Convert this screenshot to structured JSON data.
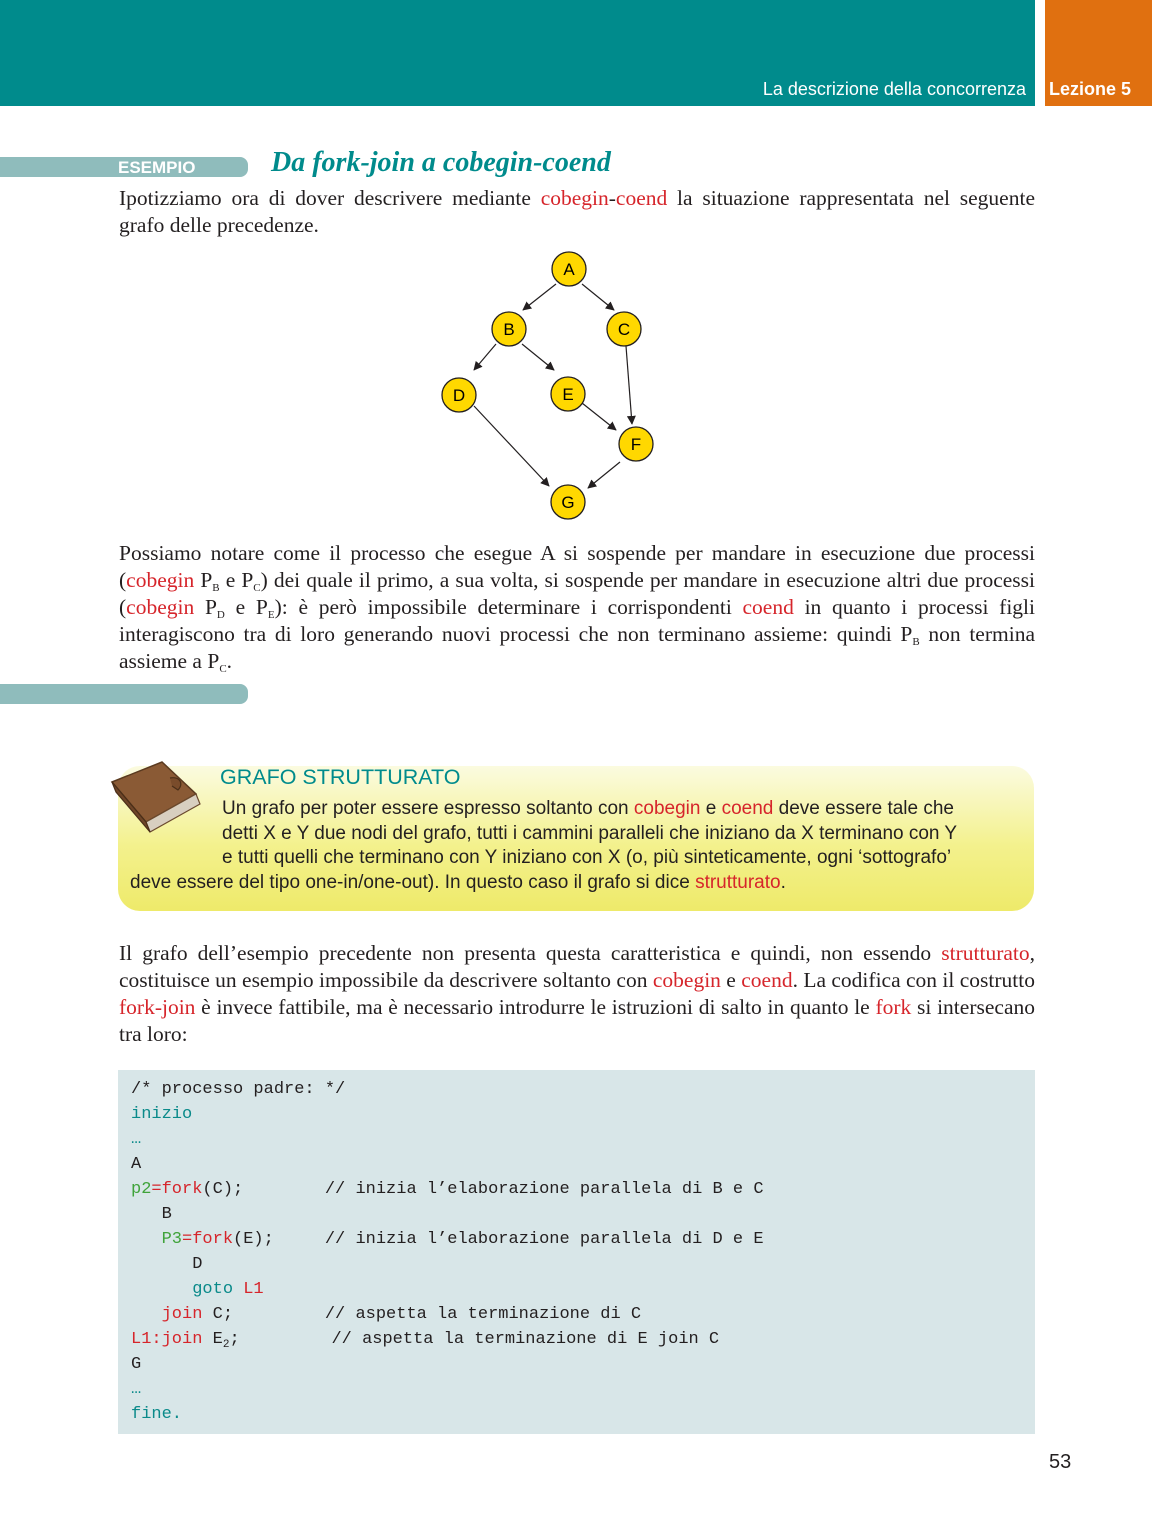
{
  "header": {
    "section": "La descrizione della concorrenza",
    "lesson": "Lezione 5"
  },
  "example": {
    "label": "ESEMPIO",
    "title": "Da fork-join a cobegin-coend",
    "intro": {
      "t1": "Ipotizziamo ora di dover descrivere mediante ",
      "r1": "cobegin",
      "t2": "-",
      "r2": "coend",
      "t3": " la situazione rappresentata nel seguente grafo delle precedenze."
    },
    "graph_nodes": [
      "A",
      "B",
      "C",
      "D",
      "E",
      "F",
      "G"
    ],
    "body": {
      "t1": "Possiamo notare come il processo che esegue A si sospende per mandare in esecuzione due processi (",
      "r1": "cobegin",
      "t2": " P",
      "s1": "B",
      "t3": " e P",
      "s2": "C",
      "t4": ") dei quale il primo, a sua volta, si sospende per mandare in esecuzione altri due processi (",
      "r2": "cobegin",
      "t5": " P",
      "s3": "D",
      "t6": " e P",
      "s4": "E",
      "t7": "): è però impossibile determinare i corrispondenti ",
      "r3": "coend",
      "t8": " in quanto i processi figli interagiscono tra di loro generando nuovi processi che non terminano assieme: quindi P",
      "s5": "B",
      "t9": " non termina assieme a P",
      "s6": "C",
      "t10": "."
    }
  },
  "note": {
    "title": "GRAFO STRUTTURATO",
    "l1a": "Un grafo per poter essere espresso soltanto con ",
    "l1r1": "cobegin",
    "l1b": " e ",
    "l1r2": "coend",
    "l1c": " deve essere tale che",
    "l2": "detti X e Y due nodi del grafo, tutti i cammini paralleli che iniziano da X terminano con Y",
    "l3": "e tutti quelli che terminano con Y iniziano con X (o, più sinteticamente, ogni ‘sottografo’",
    "l4a": "deve essere del tipo one-in/one-out). In questo caso il grafo si dice ",
    "l4r": "strutturato",
    "l4b": "."
  },
  "para3": {
    "t1": "Il grafo dell’esempio precedente non presenta questa caratteristica e quindi, non essendo ",
    "r1": "strutturato",
    "t2": ", costituisce un esempio impossibile da descrivere soltanto con ",
    "r2": "cobegin",
    "t3": " e ",
    "r3": "coend",
    "t4": ". La codifica con il costrutto ",
    "r4": "fork-join",
    "t5": " è invece fattibile, ma è necessario introdurre le istruzioni di salto in quanto le ",
    "r5": "fork",
    "t6": " si intersecano tra loro:"
  },
  "code": {
    "c1": "/* processo padre: */",
    "c2": "inizio",
    "c3": "…",
    "c4": "A",
    "c5a": "p2",
    "c5b": "=",
    "c5c": "fork",
    "c5d": "(C);        ",
    "c5e": "// inizia l’elaborazione parallela di B e C",
    "c6": "   B",
    "c7a": "   P3",
    "c7b": "=",
    "c7c": "fork",
    "c7d": "(E);     ",
    "c7e": "// inizia l’elaborazione parallela di D e E",
    "c8": "      D",
    "c9a": "      goto",
    "c9b": " L1",
    "c10a": "   join",
    "c10b": " C;         ",
    "c10c": "// aspetta la terminazione di C",
    "c11a": "L1:join",
    "c11b": " E",
    "c11s": "2",
    "c11c": ";         ",
    "c11d": "// aspetta la terminazione di E join C",
    "c12": "G",
    "c13": "…",
    "c14": "fine."
  },
  "page_number": "53"
}
